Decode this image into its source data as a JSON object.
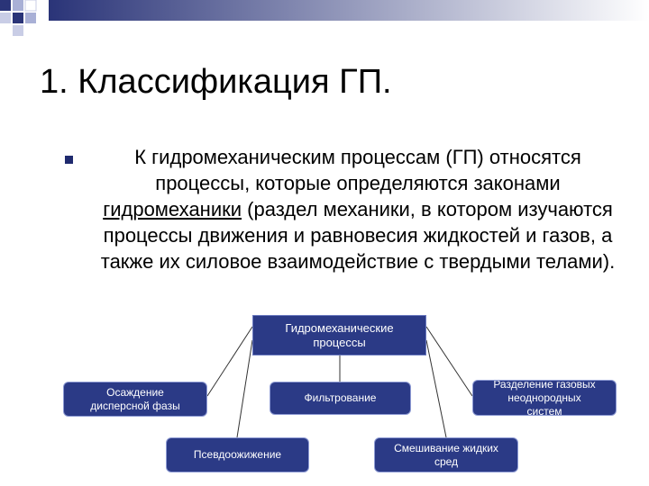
{
  "title": "1. Классификация ГП.",
  "bullet": {
    "text_before": "К гидромеханическим процессам (ГП) относятся процессы, которые определяются законами ",
    "underlined": "гидромеханики",
    "text_after": " (раздел механики, в котором изучаются процессы движения и равновесия жидкостей и газов, а также их силовое взаимодействие с твердыми телами)."
  },
  "diagram": {
    "root": {
      "line1": "Гидромеханические",
      "line2": "процессы"
    },
    "sedimentation": {
      "line1": "Осаждение",
      "line2": "дисперсной фазы"
    },
    "filtration": {
      "label": "Фильтрование"
    },
    "gas_separation": {
      "line1": "Разделение газовых",
      "line2": "неоднородных",
      "line3": "систем"
    },
    "fluidization": {
      "label": "Псевдоожижение"
    },
    "mixing": {
      "line1": "Смешивание жидких",
      "line2": "сред"
    }
  },
  "colors": {
    "node_fill": "#2b3a86",
    "header_bar_gradient": [
      "#2a3478",
      "#ffffff"
    ],
    "bullet_marker": "#1f2a6e"
  }
}
